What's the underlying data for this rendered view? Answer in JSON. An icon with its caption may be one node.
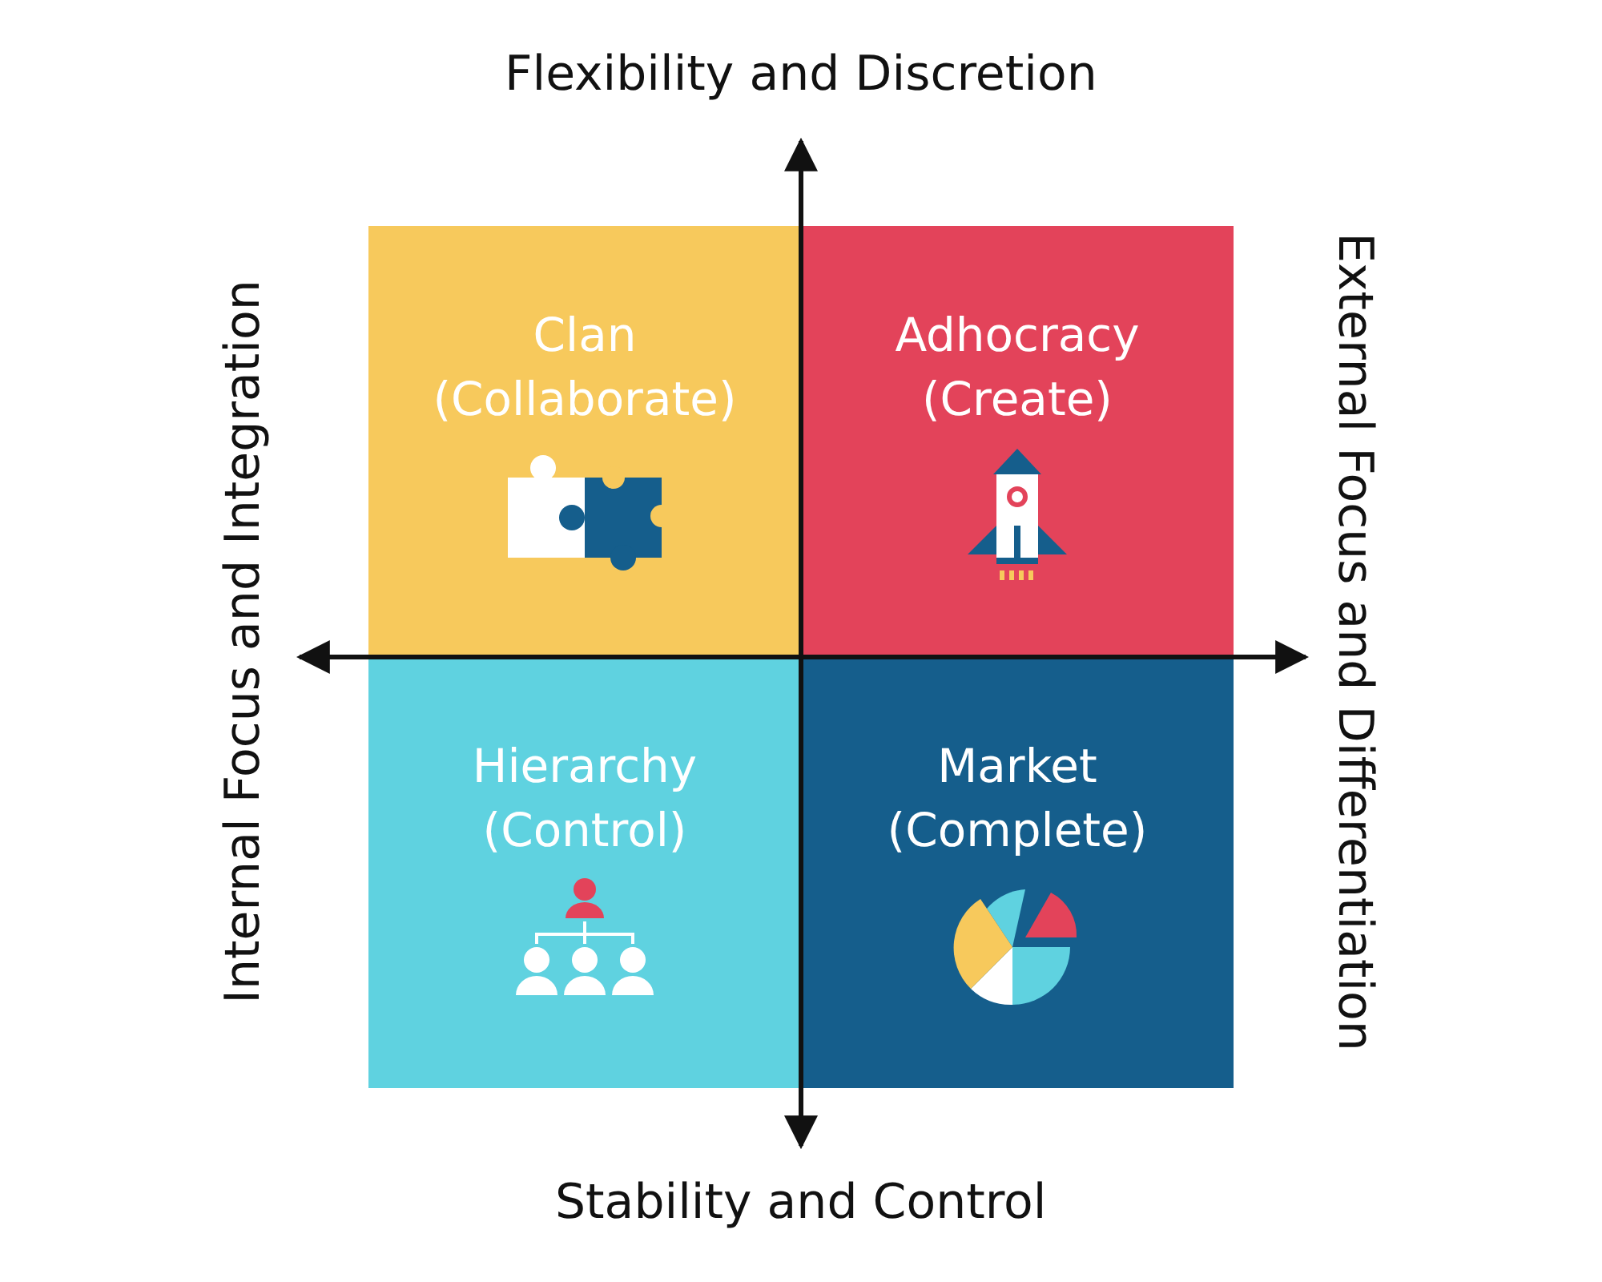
{
  "diagram": {
    "nodes": [
      {
        "text": [
          "Clan (Collaborate)"
        ]
      },
      {
        "text": [
          "Adhocracy (Create)"
        ]
      },
      {
        "text": [
          "Hierarchy (Control)"
        ]
      },
      {
        "text": [
          "Market (Complete)"
        ]
      }
    ],
    "labels": [
      "Flexibility and Discretion",
      "Internal Focus and Integration",
      "External Focus and Differentiation",
      "Stability and Control"
    ]
  }
}
